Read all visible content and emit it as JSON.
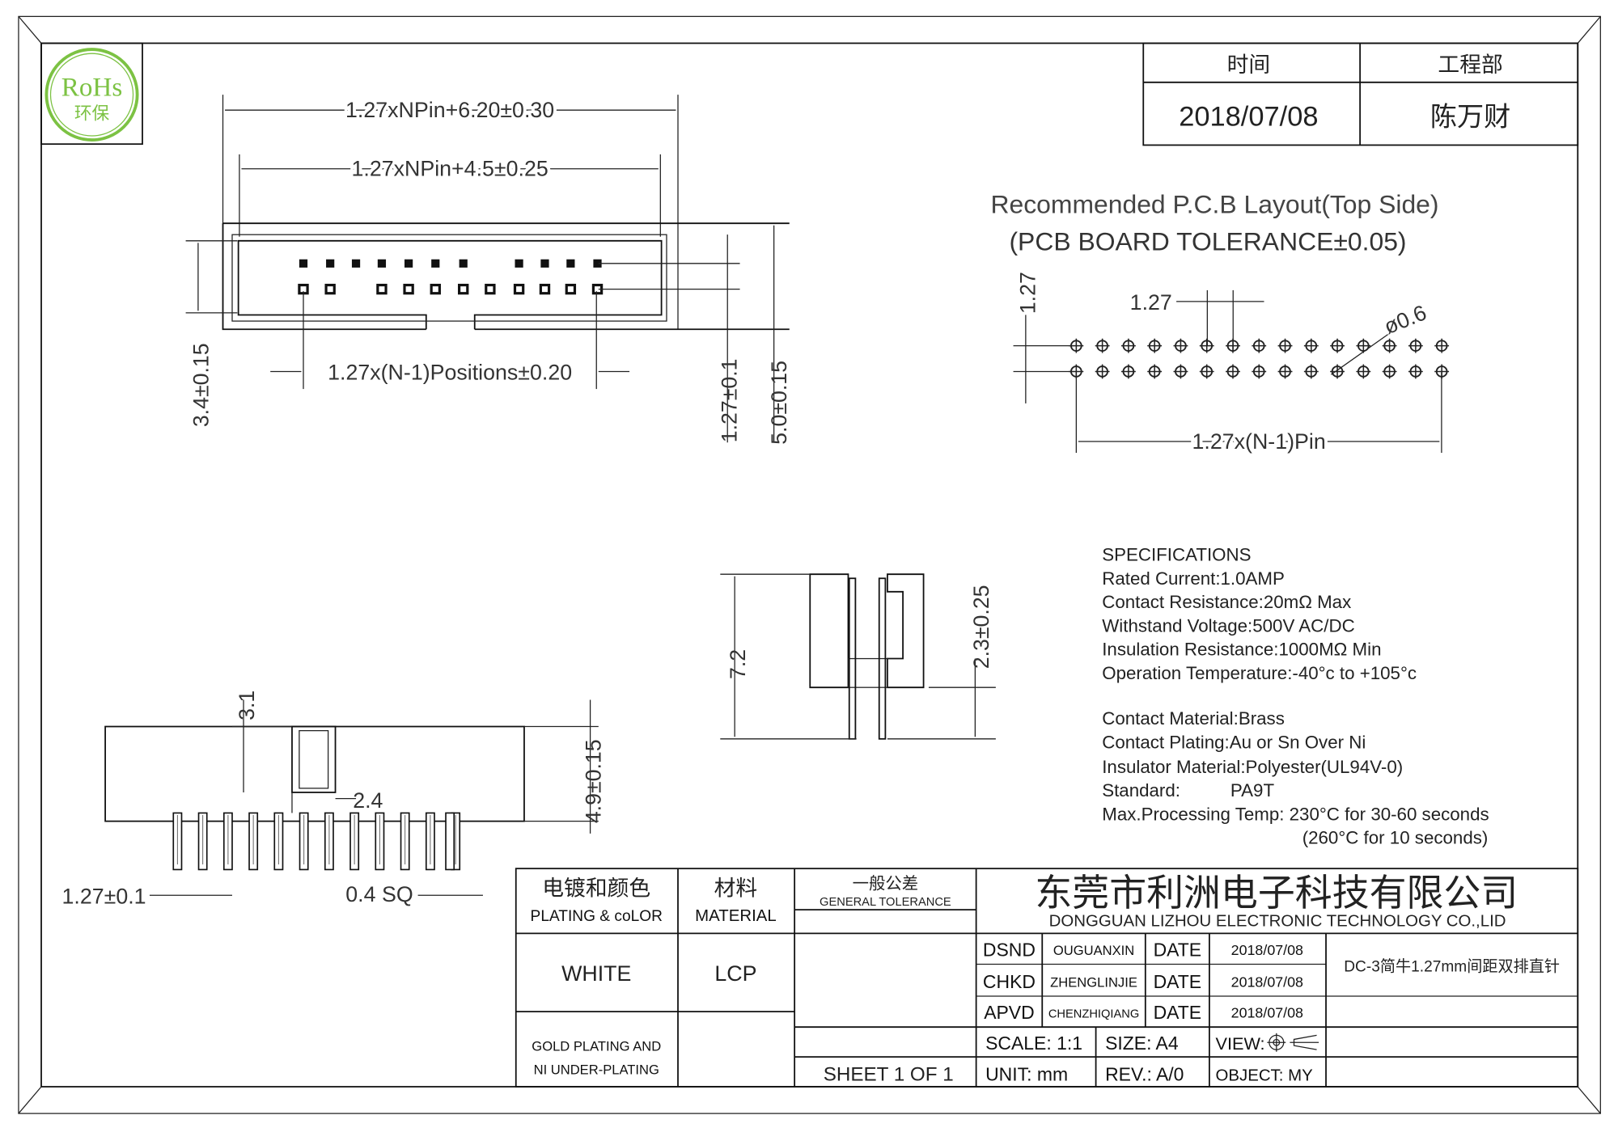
{
  "logo": {
    "text": "RoHs",
    "subtext": "环保",
    "color": "#7cc243"
  },
  "header_block": {
    "col1_label": "时间",
    "col2_label": "工程部",
    "col1_value": "2018/07/08",
    "col2_value": "陈万财"
  },
  "top_view": {
    "dim_overall": "1.27xNPin+6.20±0.30",
    "dim_inner": "1.27xNPin+4.5±0.25",
    "dim_positions": "1.27x(N-1)Positions±0.20",
    "dim_height_left": "3.4±0.15",
    "dim_pitch_right": "1.27±0.1",
    "dim_height_right": "5.0±0.15"
  },
  "pcb_layout": {
    "title": "Recommended P.C.B Layout(Top Side)",
    "subtitle": "(PCB BOARD TOLERANCE±0.05)",
    "dim_row_pitch": "1.27",
    "dim_col_pitch": "1.27",
    "dim_hole": "ø0.6",
    "dim_span": "1.27x(N-1)Pin"
  },
  "section_view": {
    "dim_total": "7.2",
    "dim_tail": "2.3±0.25"
  },
  "side_view": {
    "dim_latch": "3.1",
    "dim_latch_width": "2.4",
    "dim_body": "4.9±0.15",
    "dim_pitch": "1.27±0.1",
    "dim_pin": "0.4 SQ"
  },
  "specifications": {
    "title": "SPECIFICATIONS",
    "lines": [
      "Rated Current:1.0AMP",
      "Contact Resistance:20mΩ Max",
      "Withstand Voltage:500V AC/DC",
      "Insulation Resistance:1000MΩ Min",
      "Operation Temperature:-40°c to +105°c",
      "Contact Material:Brass",
      "Contact Plating:Au or Sn Over Ni",
      "Insulator Material:Polyester(UL94V-0)",
      "Standard:          PA9T",
      "Max.Processing Temp: 230°C for 30-60 seconds",
      "(260°C for 10 seconds)"
    ]
  },
  "title_block": {
    "plating_cn": "电镀和颜色",
    "plating_en": "PLATING & coLOR",
    "material_cn": "材料",
    "material_en": "MATERIAL",
    "tolerance_cn": "一般公差",
    "tolerance_en": "GENERAL TOLERANCE",
    "company_cn": "东莞市利洲电子科技有限公司",
    "company_en": "DONGGUAN LIZHOU ELECTRONIC TECHNOLOGY CO.,LID",
    "color_value": "WHITE",
    "material_value": "LCP",
    "plating_value_1": "GOLD PLATING AND",
    "plating_value_2": "NI UNDER-PLATING",
    "sheet": "SHEET 1 OF 1",
    "signoffs": [
      {
        "role": "DSND",
        "name": "OUGUANXIN",
        "date_label": "DATE",
        "date": "2018/07/08"
      },
      {
        "role": "CHKD",
        "name": "ZHENGLINJIE",
        "date_label": "DATE",
        "date": "2018/07/08"
      },
      {
        "role": "APVD",
        "name": "CHENZHIQIANG",
        "date_label": "DATE",
        "date": "2018/07/08"
      }
    ],
    "part_name": "DC-3简牛1.27mm间距双排直针",
    "scale": "SCALE: 1:1",
    "size": "SIZE: A4",
    "view": "VIEW:",
    "unit": "UNIT: mm",
    "rev": "REV.: A/0",
    "object": "OBJECT: MY"
  }
}
